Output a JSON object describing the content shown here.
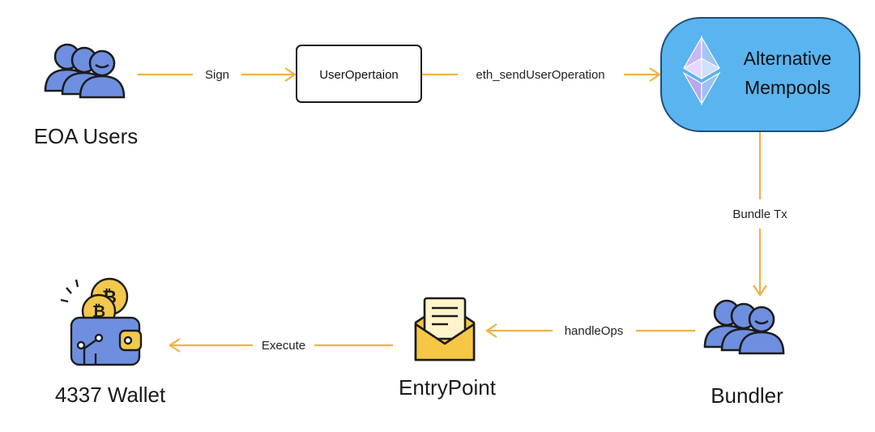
{
  "colors": {
    "arrow": "#f5b041",
    "mempool_fill": "#5ab4ef",
    "mempool_stroke": "#1f4f78",
    "user_fill": "#6e8fe0",
    "user_stroke": "#1c1c1c",
    "wallet_fill": "#6e8fe0",
    "coin_fill": "#f2c94c",
    "envelope_fill": "#f6c744",
    "letter_fill": "#fff3c9"
  },
  "nodes": {
    "eoa_users": {
      "label": "EOA Users",
      "icon": "users-group-icon"
    },
    "user_operation": {
      "label": "UserOpertaion"
    },
    "mempools": {
      "label_line1": "Alternative",
      "label_line2": "Mempools",
      "icon": "ethereum-icon"
    },
    "bundler": {
      "label": "Bundler",
      "icon": "users-group-icon"
    },
    "entry_point": {
      "label": "EntryPoint",
      "icon": "envelope-letter-icon"
    },
    "wallet": {
      "label": "4337 Wallet",
      "icon": "bitcoin-wallet-icon"
    }
  },
  "edges": {
    "sign": {
      "label": "Sign"
    },
    "send": {
      "label": "eth_sendUserOperation"
    },
    "bundle": {
      "label": "Bundle Tx"
    },
    "handle": {
      "label": "handleOps"
    },
    "execute": {
      "label": "Execute"
    }
  }
}
